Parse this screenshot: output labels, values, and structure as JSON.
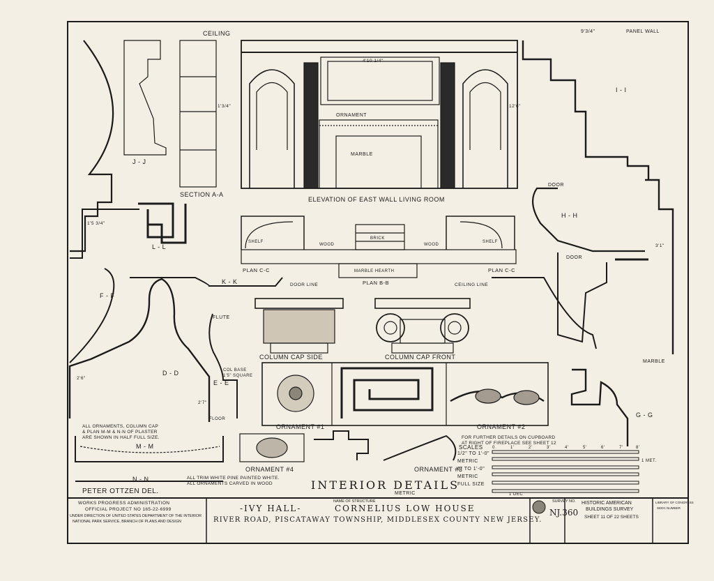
{
  "sheet": {
    "main_title": "INTERIOR DETAILS",
    "delineator": "PETER OTTZEN DEL."
  },
  "labels": {
    "ceiling": "CEILING",
    "section_aa": "SECTION A-A",
    "elevation_title": "ELEVATION OF EAST WALL LIVING ROOM",
    "ornament_top": "ORNAMENT",
    "marble": "MARBLE",
    "jj": "J - J",
    "ll": "L - L",
    "kk": "K - K",
    "ff": "F - F",
    "dd": "D - D",
    "ee": "E - E",
    "mm": "M - M",
    "nn": "N - N",
    "ii": "I - I",
    "hh": "H - H",
    "gg": "G - G",
    "panel_wall": "PANEL WALL",
    "door": "DOOR",
    "door2": "DOOR",
    "marble_right": "MARBLE",
    "plan_cc_left": "PLAN C-C",
    "plan_bb": "PLAN B-B",
    "plan_cc_right": "PLAN C-C",
    "shelf": "SHELF",
    "brick": "BRICK",
    "wood": "WOOD",
    "marble_hearth": "MARBLE HEARTH",
    "door_line": "DOOR LINE",
    "ceiling_line": "CEILING LINE",
    "flute": "FLUTE",
    "col_base": "COL BASE",
    "col_base_sq": "1'5\" SQUARE",
    "floor": "FLOOR",
    "column_cap_side": "COLUMN CAP SIDE",
    "column_cap_front": "COLUMN CAP FRONT",
    "ornament1": "ORNAMENT #1",
    "ornament2": "ORNAMENT #2",
    "ornament3": "ORNAMENT #3",
    "ornament4": "ORNAMENT #4",
    "note_ornaments": [
      "ALL ORNAMENTS, COLUMN CAP",
      "& PLAN M-M & N-N OF PLASTER",
      "ARE SHOWN IN HALF FULL SIZE."
    ],
    "note_trim": [
      "ALL TRIM WHITE PINE PAINTED WHITE.",
      "ALL ORNAMENTS CARVED IN WOOD"
    ],
    "note_cupboard": [
      "FOR FURTHER DETAILS ON CUPBOARD",
      "AT RIGHT OF FIREPLACE SEE SHEET 12"
    ],
    "dims": [
      "9'3/4\"",
      "1'3/4\"",
      "4'10 1/4\"",
      "1'5 3/4\"",
      "2'7\"",
      "2'6\"",
      "3'1\"",
      "12'6\""
    ]
  },
  "scales": {
    "heading": "SCALES",
    "rows": [
      "1/2\" TO 1'-0\"",
      "METRIC",
      "6\" TO 1'-0\"",
      "METRIC",
      "FULL SIZE",
      "METRIC"
    ],
    "ticks": [
      "0",
      "1'",
      "2'",
      "3'",
      "4'",
      "5'",
      "6'",
      "7'",
      "8'"
    ],
    "unit_dec": "1 DEC",
    "unit_met": "1 MET."
  },
  "title_block": {
    "agency_lines": [
      "WORKS    PROGRESS    ADMINISTRATION",
      "OFFICIAL   PROJECT  NO 165-22-6999",
      "UNDER DIRECTION OF UNITED STATES DEPARTMENT OF THE INTERIOR",
      "NATIONAL PARK SERVICE, BRANCH OF PLANS AND DESIGN"
    ],
    "name_of_structure_label": "NAME OF STRUCTURE",
    "nickname": "-IVY HALL-",
    "structure_name": "CORNELIUS LOW HOUSE",
    "location": "RIVER ROAD, PISCATAWAY TOWNSHIP, MIDDLESEX COUNTY NEW JERSEY.",
    "survey_no_label": "SURVEY NO.",
    "survey_no": "NJ.360",
    "habs_line1": "HISTORIC AMERICAN",
    "habs_line2": "BUILDINGS SURVEY",
    "sheet_label": "SHEET 11 OF 22 SHEETS",
    "library_line1": "LIBRARY OF CONGRESS",
    "library_line2": "SEDC NUMBER"
  }
}
